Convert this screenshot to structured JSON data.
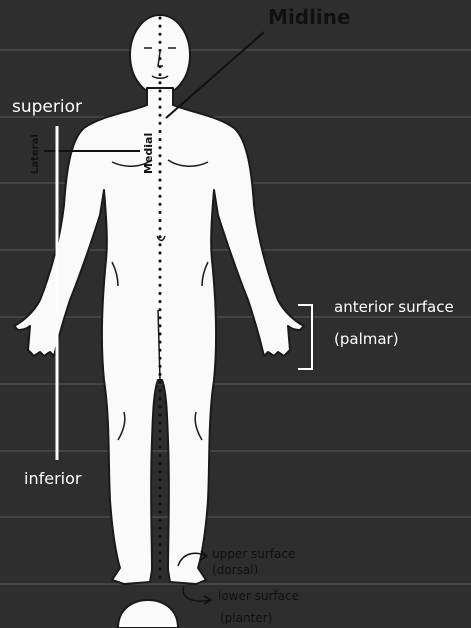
{
  "labels": {
    "midline": "Midline",
    "medial": "Medial",
    "lateral": "Lateral",
    "superior": "superior",
    "inferior": "inferior",
    "anterior_surface": "anterior surface",
    "palmar": "(palmar)",
    "upper_surface": "upper surface",
    "dorsal": "(dorsal)",
    "lower_surface": "lower surface",
    "plantar": "(planter)"
  },
  "colors": {
    "background": "#2e2e2e",
    "ruled_lines": "#5a5a5a",
    "body_fill": "#fafafa",
    "body_outline": "#1a1a1a",
    "annotation": "#ffffff",
    "label_dark": "#111111"
  }
}
